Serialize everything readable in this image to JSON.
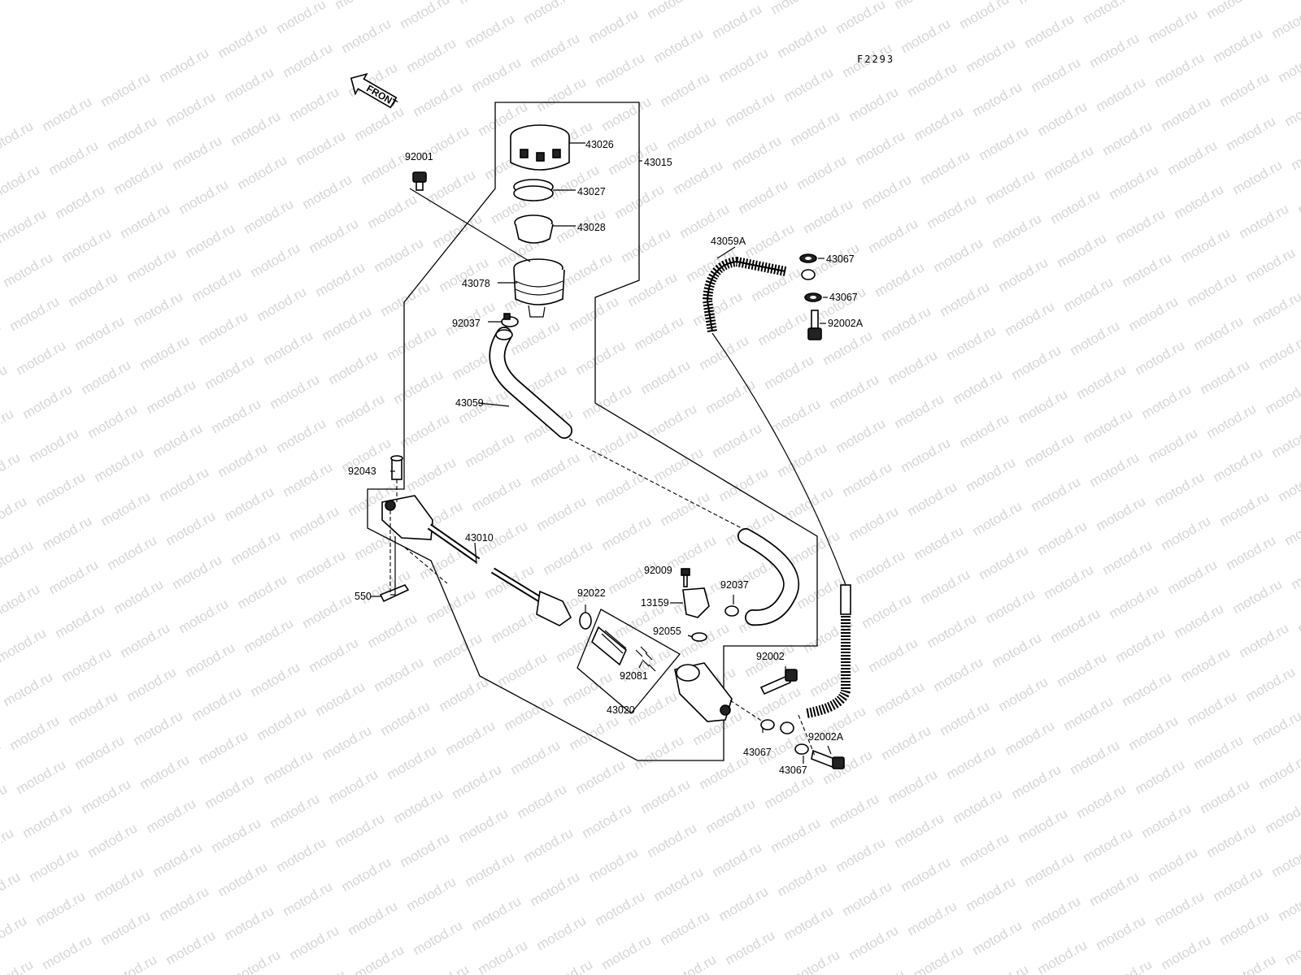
{
  "figure_id": "F2293",
  "watermark_text": "motod.ru",
  "front_arrow_label": "FRONT",
  "part_labels": {
    "p43026": "43026",
    "p43015": "43015",
    "p92001": "92001",
    "p43027": "43027",
    "p43028": "43028",
    "p43078": "43078",
    "p92037_top": "92037",
    "p43059": "43059",
    "p43059A": "43059A",
    "p43067_a": "43067",
    "p43067_b": "43067",
    "p92002A_top": "92002A",
    "p92043": "92043",
    "p43010": "43010",
    "p550": "550",
    "p92009": "92009",
    "p92037_mid": "92037",
    "p13159": "13159",
    "p92022": "92022",
    "p92055": "92055",
    "p92002": "92002",
    "p92081": "92081",
    "p43020": "43020",
    "p43067_c": "43067",
    "p92002A_bot": "92002A",
    "p43067_d": "43067"
  },
  "colors": {
    "line": "#000000",
    "watermark": "#d6d6d6",
    "background": "#ffffff"
  }
}
